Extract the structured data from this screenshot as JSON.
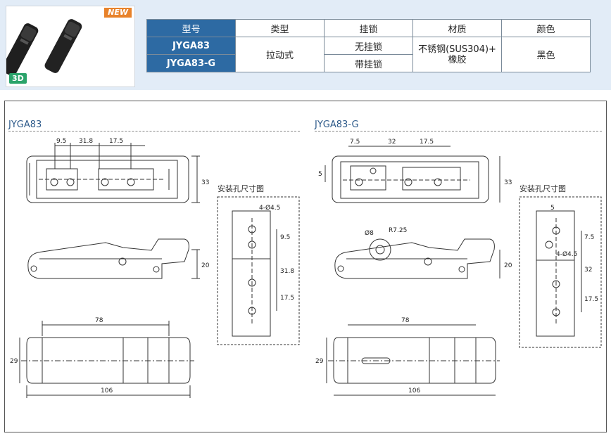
{
  "product": {
    "new_badge": "NEW",
    "badge_3d": "3D"
  },
  "spec_table": {
    "headers": [
      "型号",
      "类型",
      "挂锁",
      "材质",
      "颜色"
    ],
    "rows": [
      {
        "model": "JYGA83",
        "padlock": "无挂锁"
      },
      {
        "model": "JYGA83-G",
        "padlock": "带挂锁"
      }
    ],
    "type_value": "拉动式",
    "material_line1": "不锈钢(SUS304)+",
    "material_line2": "橡胶",
    "color_value": "黑色"
  },
  "drawing_left": {
    "title": "JYGA83",
    "hole_section_label": "安装孔尺寸图",
    "dims": {
      "top_a": "9.5",
      "top_b": "31.8",
      "top_c": "17.5",
      "height_top": "33",
      "side_h": "20",
      "length_inner": "78",
      "length_total": "106",
      "width": "29",
      "holes": "4-Ø4.5",
      "hole_a": "9.5",
      "hole_b": "31.8",
      "hole_c": "17.5"
    }
  },
  "drawing_right": {
    "title": "JYGA83-G",
    "hole_section_label": "安装孔尺寸图",
    "dims": {
      "top_a": "7.5",
      "top_b": "32",
      "top_c": "17.5",
      "left_off": "5",
      "height_top": "33",
      "ring_d": "Ø8",
      "ring_r": "R7.25",
      "side_h": "20",
      "length_inner": "78",
      "length_total": "106",
      "width": "29",
      "holes": "4-Ø4.5",
      "hole_off": "5",
      "hole_a": "7.5",
      "hole_b": "32",
      "hole_c": "17.5"
    }
  },
  "colors": {
    "header_blue": "#2d6aa3",
    "band": "#e2ecf7",
    "badge_new": "#e8822a",
    "badge_3d": "#2aa36a",
    "title_blue": "#2d5a8a"
  }
}
